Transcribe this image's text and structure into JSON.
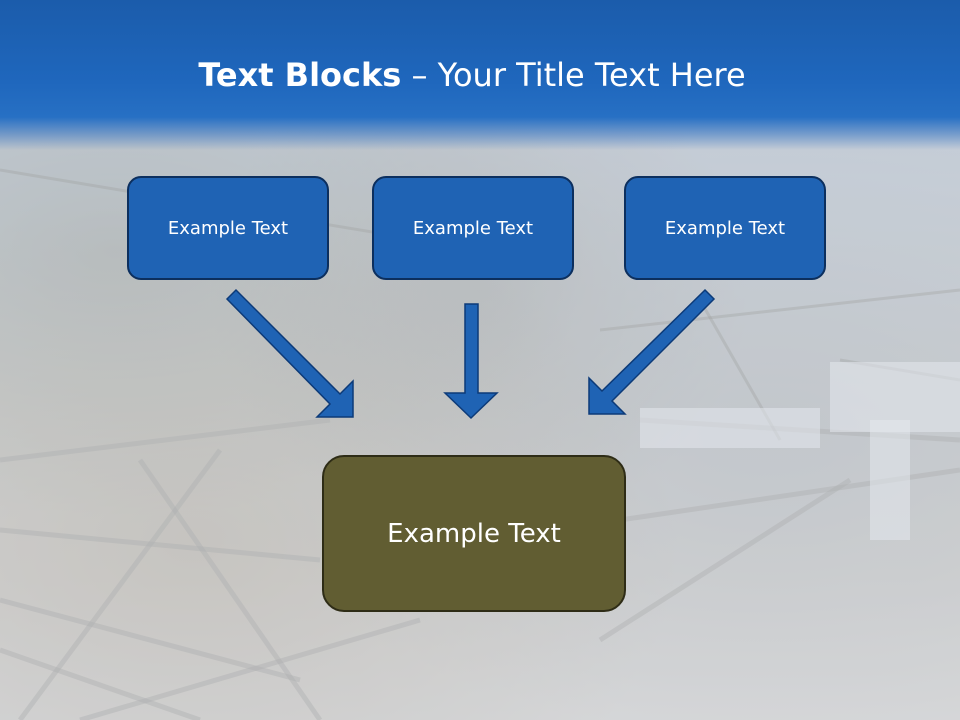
{
  "slide": {
    "title_bold": "Text Blocks",
    "title_dash": " – ",
    "title_rest": "Your Title Text Here",
    "blocks": [
      {
        "label": "Example Text"
      },
      {
        "label": "Example Text"
      },
      {
        "label": "Example Text"
      }
    ],
    "main_block": {
      "label": "Example Text"
    }
  },
  "colors": {
    "title_band": "#1f67bd",
    "block_fill": "#1f63b4",
    "block_border": "#0c2f5e",
    "main_fill": "#615d32",
    "arrow": "#1f63b4"
  }
}
